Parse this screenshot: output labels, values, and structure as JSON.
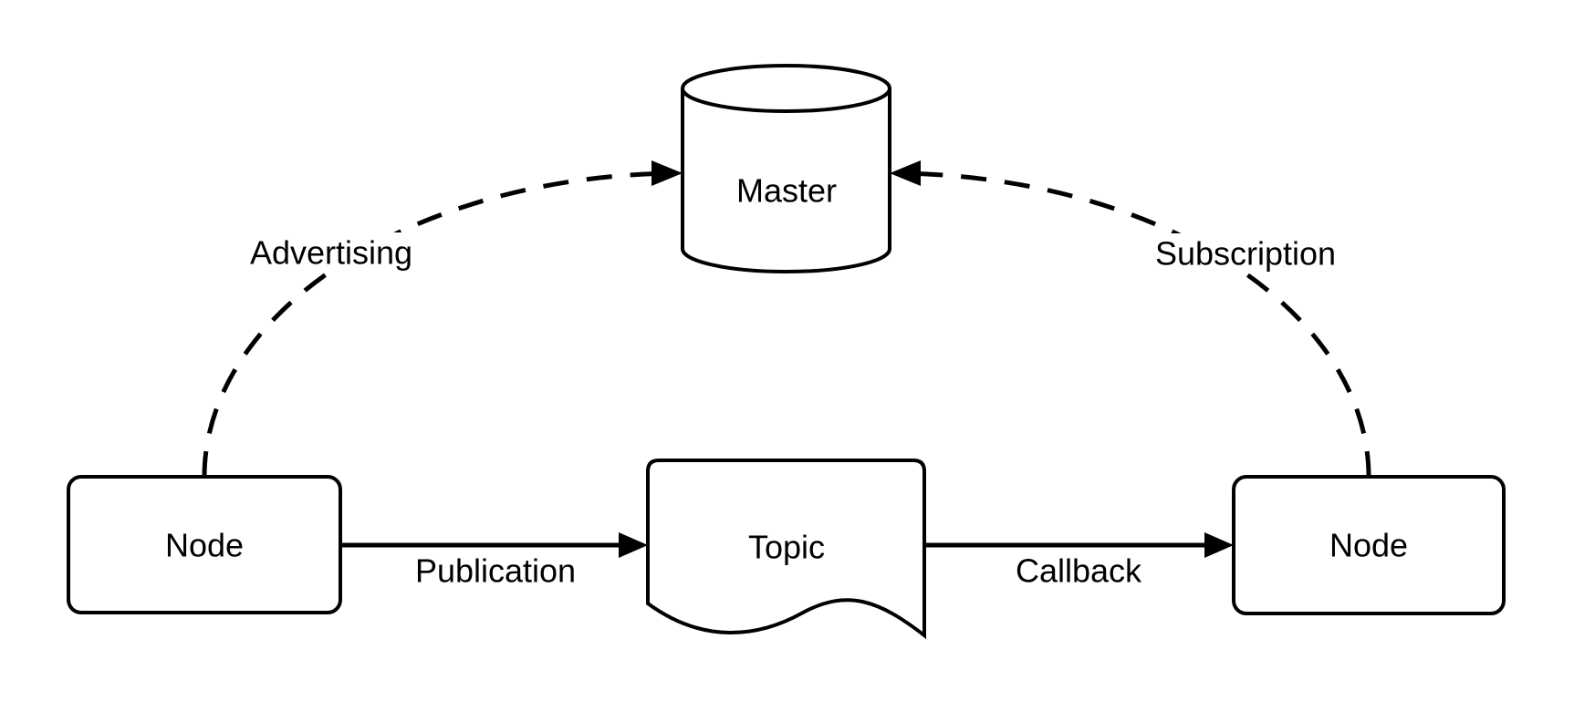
{
  "diagram": {
    "master_label": "Master",
    "left_node_label": "Node",
    "right_node_label": "Node",
    "topic_label": "Topic",
    "edges": {
      "advertising_label": "Advertising",
      "subscription_label": "Subscription",
      "publication_label": "Publication",
      "callback_label": "Callback"
    }
  },
  "colors": {
    "stroke": "#000000",
    "background": "#ffffff"
  }
}
